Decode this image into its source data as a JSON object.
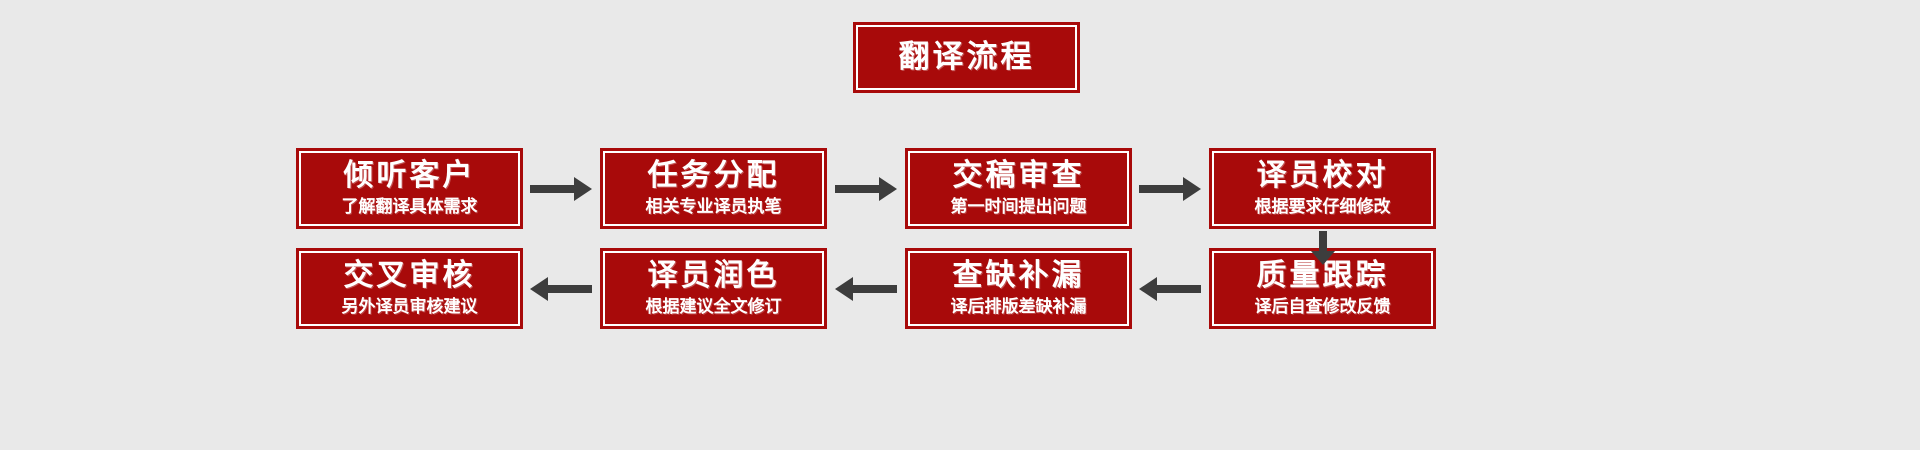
{
  "diagram": {
    "title": "翻译流程",
    "background_color": "#e9e9e9",
    "box_fill_color": "#a80a0a",
    "box_border_color": "#a80a0a",
    "box_inner_ring_color": "#ffffff",
    "text_color": "#ffffff",
    "arrow_color": "#3d3d3d",
    "row1": [
      {
        "title": "倾听客户",
        "subtitle": "了解翻译具体需求"
      },
      {
        "title": "任务分配",
        "subtitle": "相关专业译员执笔"
      },
      {
        "title": "交稿审查",
        "subtitle": "第一时间提出问题"
      },
      {
        "title": "译员校对",
        "subtitle": "根据要求仔细修改"
      }
    ],
    "row2": [
      {
        "title": "交叉审核",
        "subtitle": "另外译员审核建议"
      },
      {
        "title": "译员润色",
        "subtitle": "根据建议全文修订"
      },
      {
        "title": "查缺补漏",
        "subtitle": "译后排版差缺补漏"
      },
      {
        "title": "质量跟踪",
        "subtitle": "译后自查修改反馈"
      }
    ],
    "connectors": [
      {
        "name": "arrow-right-1-2",
        "direction": "right"
      },
      {
        "name": "arrow-right-2-3",
        "direction": "right"
      },
      {
        "name": "arrow-right-3-4",
        "direction": "right"
      },
      {
        "name": "arrow-down-4-5",
        "direction": "down"
      },
      {
        "name": "arrow-left-5-6",
        "direction": "left"
      },
      {
        "name": "arrow-left-6-7",
        "direction": "left"
      },
      {
        "name": "arrow-left-7-8",
        "direction": "left"
      }
    ]
  }
}
